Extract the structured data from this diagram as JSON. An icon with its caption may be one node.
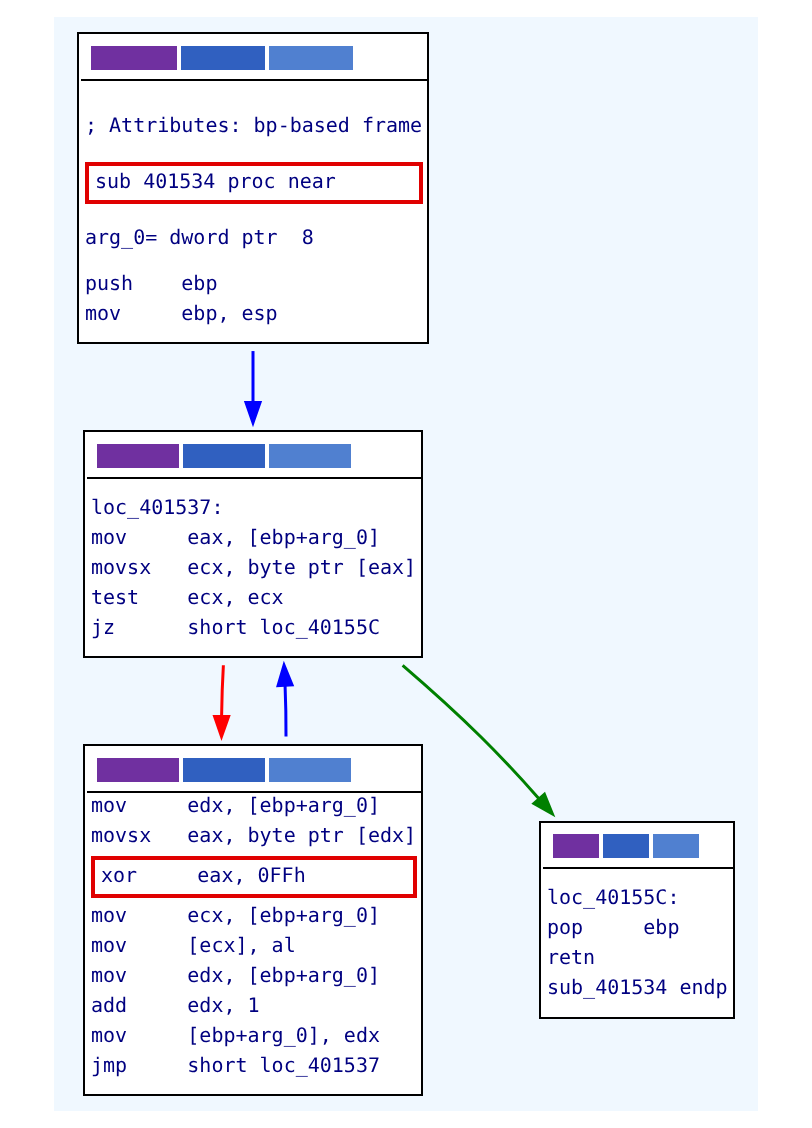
{
  "diagram": {
    "nodes": [
      {
        "text": [
          "; Attributes: bp-based frame",
          "sub 401534 proc near",
          "arg_0= dword ptr  8",
          "push    ebp",
          "mov     ebp, esp"
        ]
      },
      {
        "text": [
          "loc_401537:",
          "mov     eax, [ebp+arg_0]",
          "movsx   ecx, byte ptr [eax]",
          "test    ecx, ecx",
          "jz      short loc_40155C"
        ]
      },
      {
        "text": [
          "mov     edx, [ebp+arg_0]",
          "movsx   eax, byte ptr [edx]",
          "xor     eax, 0FFh",
          "mov     ecx, [ebp+arg_0]",
          "mov     [ecx], al",
          "mov     edx, [ebp+arg_0]",
          "add     edx, 1",
          "mov     [ebp+arg_0], edx",
          "jmp     short loc_401537"
        ]
      },
      {
        "text": [
          "loc_40155C:",
          "pop     ebp",
          "retn",
          "sub_401534 endp"
        ]
      }
    ],
    "edges": [
      {
        "from": 0,
        "to": 1,
        "arrow": "to"
      },
      {
        "from": 1,
        "to": 2,
        "arrow": "to",
        "color": "#ff0000"
      },
      {
        "from": 1,
        "to": 3,
        "arrow": "to",
        "color": "#008000"
      },
      {
        "from": 2,
        "to": 1,
        "arrow": "to"
      }
    ]
  }
}
